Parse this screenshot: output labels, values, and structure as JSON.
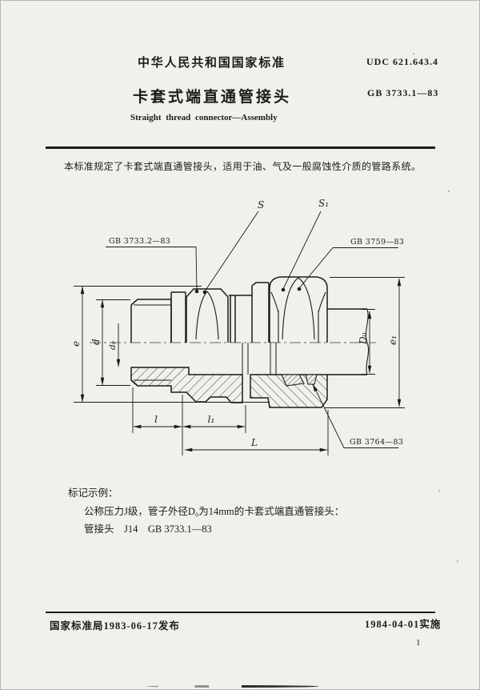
{
  "header": {
    "national_standard": "中华人民共和国国家标准",
    "udc": "UDC  621.643.4",
    "title": "卡套式端直通管接头",
    "subtitle_en": "Straight thread connector—Assembly",
    "standard_no": "GB  3733.1—83"
  },
  "scope": "本标准规定了卡套式端直通管接头，适用于油、气及一般腐蚀性介质的管路系统。",
  "figure": {
    "labels": {
      "s": "S",
      "s1": "S₁",
      "body_std": "GB 3733.2—83",
      "nut_std": "GB 3759—83",
      "ferrule_std": "GB 3764—83",
      "e": "e",
      "d": "d",
      "d0": "d₀",
      "D0": "D₀",
      "e1": "e₁",
      "l": "l",
      "l1": "l₁",
      "L": "L"
    }
  },
  "marking_example": {
    "heading": "标记示例：",
    "line1": "公称压力J级，管子外径D₀为14mm的卡套式端直通管接头：",
    "line2": "管接头　J14　GB 3733.1—83"
  },
  "footer": {
    "issued": "国家标准局1983-06-17发布",
    "implemented": "1984-04-01实施",
    "page": "1"
  }
}
